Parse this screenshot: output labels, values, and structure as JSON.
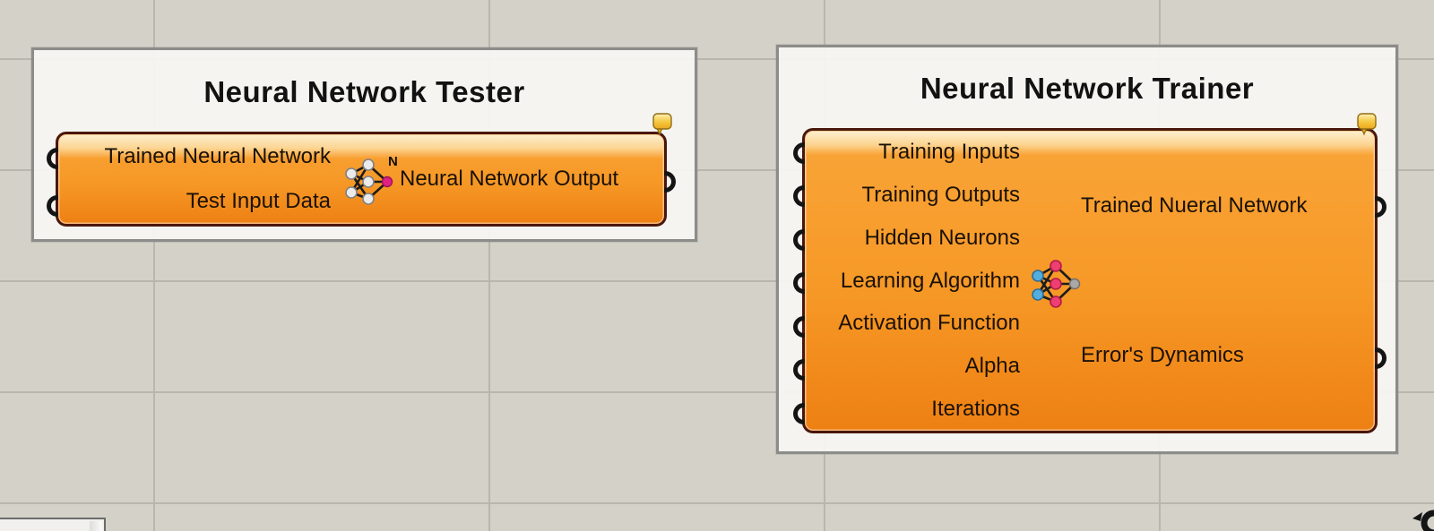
{
  "canvas": {
    "background_color": "#d4d1c9",
    "grid_color": "#b9b6ae",
    "capsule_fill_color": "#f69826",
    "capsule_border_color": "#4a170c",
    "panel_fill_color": "#f7f6f3",
    "tag_color": "#f5c63d"
  },
  "groups": {
    "tester": {
      "title": "Neural Network Tester",
      "inputs": [
        "Trained Neural Network",
        "Test Input Data"
      ],
      "outputs": [
        "Neural Network Output"
      ],
      "icon": "neural-network-n-icon",
      "icon_letter": "N",
      "badge": "balloon-tag-icon"
    },
    "trainer": {
      "title": "Neural Network Trainer",
      "inputs": [
        "Training Inputs",
        "Training Outputs",
        "Hidden Neurons",
        "Learning Algorithm",
        "Activation Function",
        "Alpha",
        "Iterations"
      ],
      "outputs": [
        "Trained Nueral Network",
        "Error's Dynamics"
      ],
      "icon": "neural-network-color-icon",
      "badge": "balloon-tag-icon"
    }
  }
}
